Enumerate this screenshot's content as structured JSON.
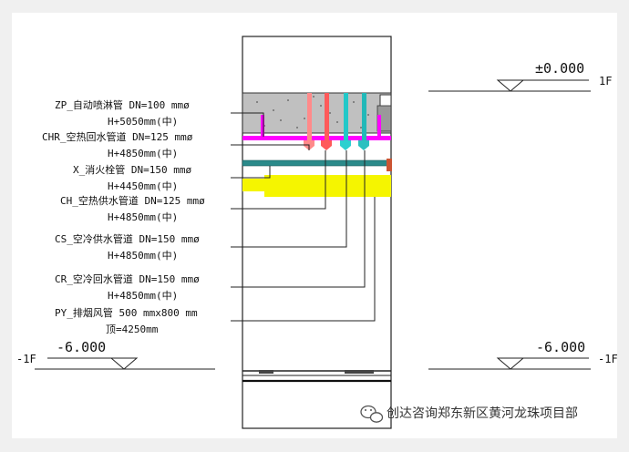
{
  "levels": {
    "top": {
      "value": "±0.000",
      "floor": "1F"
    },
    "bottom_left": {
      "value": "-6.000",
      "floor": "-1F"
    },
    "bottom_right": {
      "value": "-6.000",
      "floor": "-1F"
    }
  },
  "pipes": [
    {
      "name": "ZP_自动喷淋管 DN=100 mmø",
      "elevation": "H+5050mm(中)",
      "color": "#ff00ff"
    },
    {
      "name": "CHR_空热回水管道 DN=125 mmø",
      "elevation": "H+4850mm(中)",
      "color": "#ff6666"
    },
    {
      "name": "X_消火栓管 DN=150 mmø",
      "elevation": "H+4450mm(中)",
      "color": "#ff2a2a"
    },
    {
      "name": "CH_空热供水管道 DN=125 mmø",
      "elevation": "H+4850mm(中)",
      "color": "#d8d800"
    },
    {
      "name": "CS_空冷供水管道 DN=150 mmø",
      "elevation": "H+4850mm(中)",
      "color": "#00c0c0"
    },
    {
      "name": "CR_空冷回水管道 DN=150 mmø",
      "elevation": "H+4850mm(中)",
      "color": "#00a0a0"
    },
    {
      "name": "PY_排烟风管 500 mmx800 mm",
      "elevation": "顶=4250mm",
      "color": "#f0f000"
    }
  ],
  "colors": {
    "slab": "#bdbdbd",
    "magenta": "#ff00ff",
    "teal": "#2a8a8a",
    "yellow": "#f5f500",
    "salmon": "#ff7b7b",
    "cyan": "#22c8c8"
  },
  "watermark": {
    "icon": "wechat-icon",
    "text": "创达咨询郑东新区黄河龙珠项目部"
  }
}
